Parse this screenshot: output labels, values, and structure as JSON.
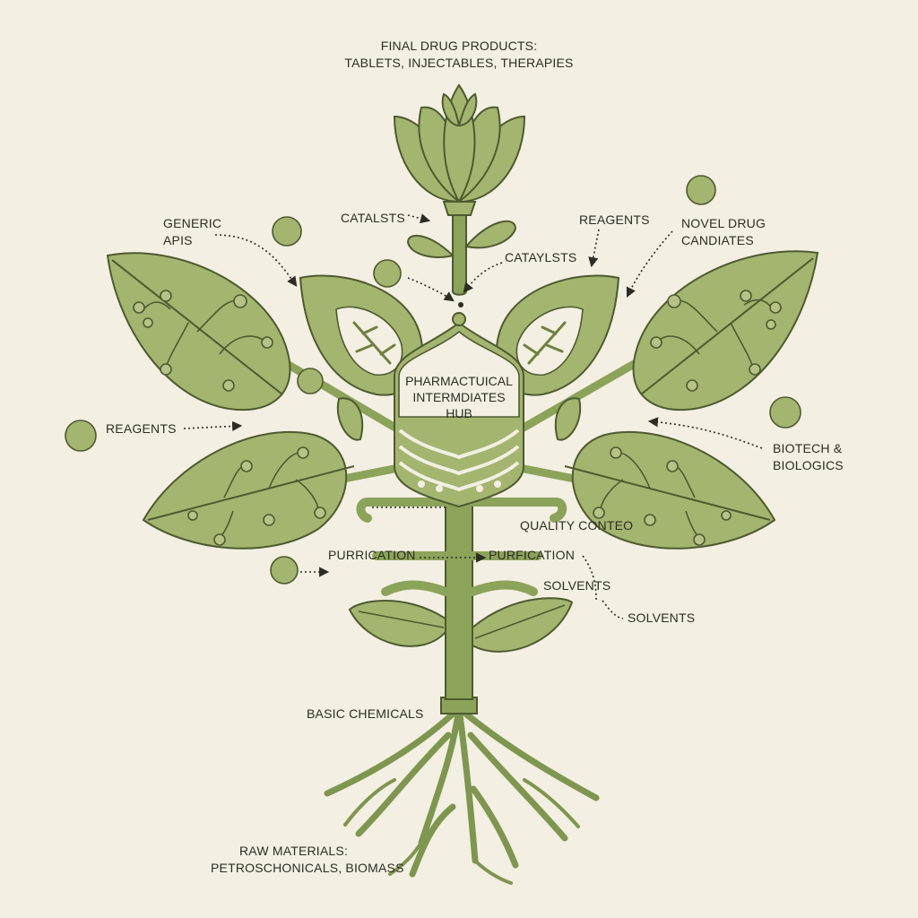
{
  "labels": {
    "final_products_line1": "FINAL DRUG PRODUCTS:",
    "final_products_line2": "TABLETS, INJECTABLES, THERAPIES",
    "generic_apis_line1": "GENERIC",
    "generic_apis_line2": "APIS",
    "catalysts_top": "CATALSTS",
    "catalysts_mid": "CATAYLSTS",
    "reagents_top": "REAGENTS",
    "novel_line1": "NOVEL DRUG",
    "novel_line2": "CANDIATES",
    "hub_line1": "PHARMACTUICAL",
    "hub_line2": "INTERMDIATES",
    "hub_line3": "HUB",
    "reagents_left": "REAGENTS",
    "biotech_line1": "BIOTECH &",
    "biotech_line2": "BIOLOGICS",
    "quality_control": "QUALITY CONTEO",
    "purification_left": "PURRICATION",
    "purification_right": "PURFICATION",
    "solvents_upper": "SOLVENTS",
    "solvents_lower": "SOLVENTS",
    "basic_chemicals": "BASIC CHEMICALS",
    "raw_materials_line1": "RAW MATERIALS:",
    "raw_materials_line2": "PETROSCHONICALS, BIOMASS"
  },
  "colors": {
    "background": "#f3efe2",
    "leaf_fill": "#a3b56f",
    "leaf_light": "#b5c486",
    "stroke": "#4e5a30",
    "stem": "#8ca35a",
    "text": "#2d2d24"
  }
}
